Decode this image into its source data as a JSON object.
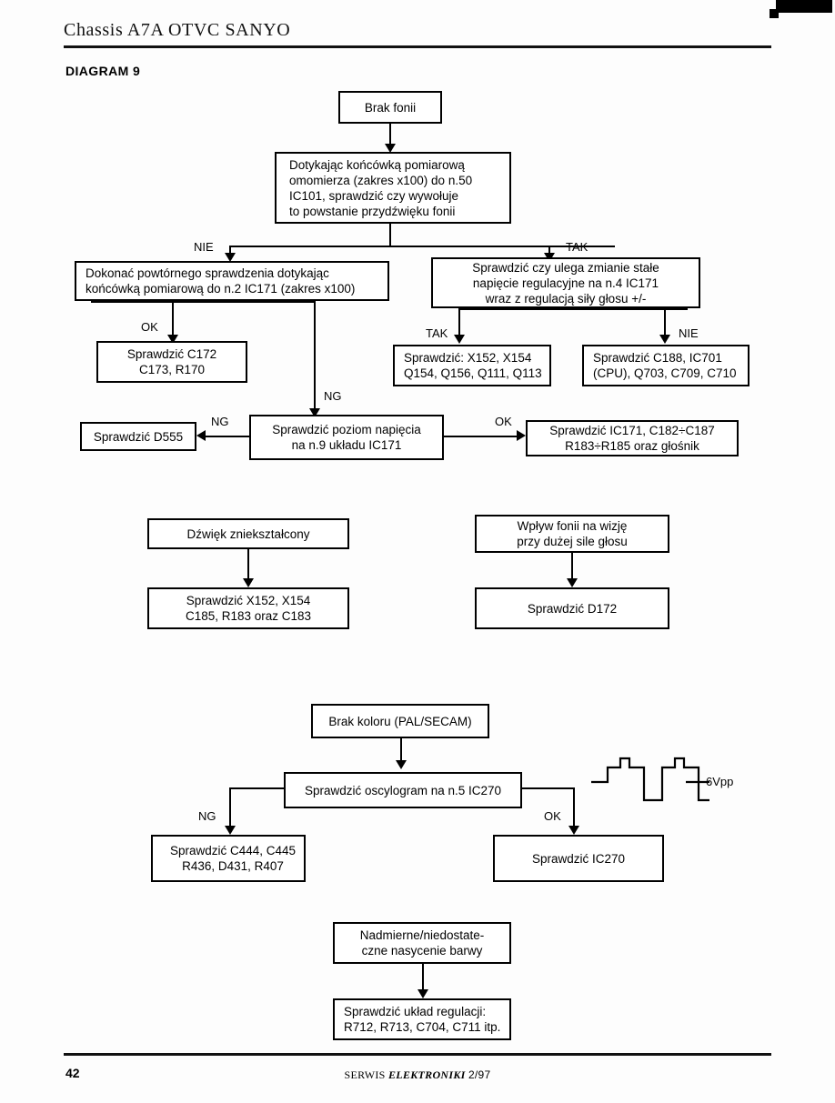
{
  "header": {
    "chassis_title": "Chassis A7A OTVC SANYO",
    "diagram_label": "DIAGRAM 9"
  },
  "footer": {
    "page_number": "42",
    "brand_part1": "SERWIS",
    "brand_part2": "ELEKTRONIKI",
    "brand_part3": "2/97"
  },
  "flow": {
    "s1_start": "Brak fonii",
    "s1_test": "Dotykając końcówką pomiarową\nomomierza (zakres x100) do n.50\nIC101, sprawdzić czy wywołuje\nto powstanie przydźwięku fonii",
    "s1_left_retest": "Dokonać powtórnego sprawdzenia dotykając\nkońcówką pomiarową do n.2 IC171  (zakres x100)",
    "s1_right_test": "Sprawdzić czy ulega zmianie stałe\nnapięcie regulacyjne na n.4 IC171\nwraz z regulacją siły głosu +/-",
    "s1_ok_box": "Sprawdzić C172\nC173, R170",
    "s1_tak_box": "Sprawdzić: X152, X154\nQ154, Q156, Q111, Q113",
    "s1_nie_box": "Sprawdzić C188, IC701\n(CPU), Q703, C709, C710",
    "s1_d555": "Sprawdzić D555",
    "s1_voltage": "Sprawdzić poziom napięcia\nna n.9 układu IC171",
    "s1_ok_right": "Sprawdzić IC171, C182÷C187\nR183÷R185 oraz głośnik",
    "s2_left_start": "Dźwięk zniekształcony",
    "s2_left_action": "Sprawdzić X152, X154\nC185, R183 oraz C183",
    "s2_right_start": "Wpływ fonii na wizję\nprzy dużej sile głosu",
    "s2_right_action": "Sprawdzić D172",
    "s3_start": "Brak koloru (PAL/SECAM)",
    "s3_test": "Sprawdzić oscylogram na n.5 IC270",
    "s3_ng_box": "Sprawdzić C444, C445\nR436, D431, R407",
    "s3_ok_box": "Sprawdzić IC270",
    "s4_start": "Nadmierne/niedostate-\nczne nasycenie barwy",
    "s4_action": "Sprawdzić układ regulacji:\nR712, R713, C704, C711 itp."
  },
  "edge_labels": {
    "nie_1": "NIE",
    "tak_1": "TAK",
    "ok_1": "OK",
    "tak_2": "TAK",
    "nie_2": "NIE",
    "ng_1": "NG",
    "ng_2": "NG",
    "ok_2": "OK",
    "ng_3": "NG",
    "ok_3": "OK"
  },
  "waveform": {
    "amplitude_label": "6Vpp"
  }
}
